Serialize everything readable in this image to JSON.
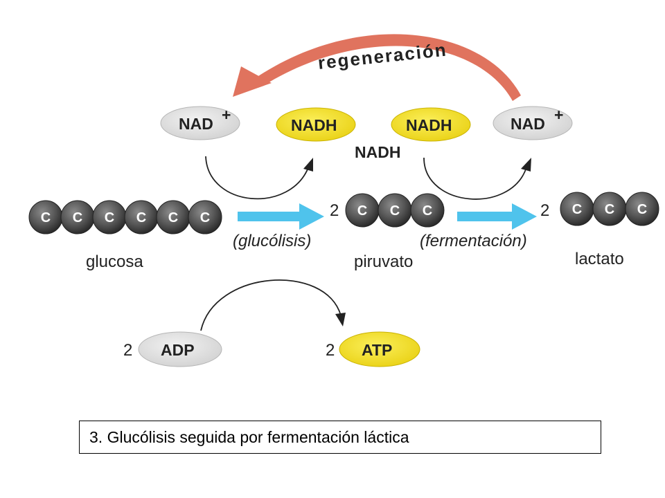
{
  "colors": {
    "nad_fill": "#e3e3e3",
    "nadh_fill": "#f2df2a",
    "atp_fill": "#f2df2a",
    "adp_fill": "#e3e3e3",
    "glycolysis_arrow": "#4fc3ec",
    "regeneration_arrow": "#e0735e",
    "carbon_bead": "#555555"
  },
  "regeneration_label": "regeneración",
  "top_molecules": {
    "nad_left": "NAD",
    "nad_left_charge": "+",
    "nadh_left": "NADH",
    "nadh_right": "NADH",
    "nad_right": "NAD",
    "nad_right_charge": "+",
    "nadh_free_label": "NADH"
  },
  "chain": {
    "carbon_symbol": "C",
    "glucosa_label": "glucosa",
    "glucolisis_label": "(glucólisis)",
    "piruvato_coef": "2",
    "piruvato_label": "piruvato",
    "fermentacion_label": "(fermentación)",
    "lactato_coef": "2",
    "lactato_label": "lactato"
  },
  "energy": {
    "adp_coef": "2",
    "adp_label": "ADP",
    "atp_coef": "2",
    "atp_label": "ATP"
  },
  "caption": "3. Glucólisis seguida por fermentación láctica"
}
